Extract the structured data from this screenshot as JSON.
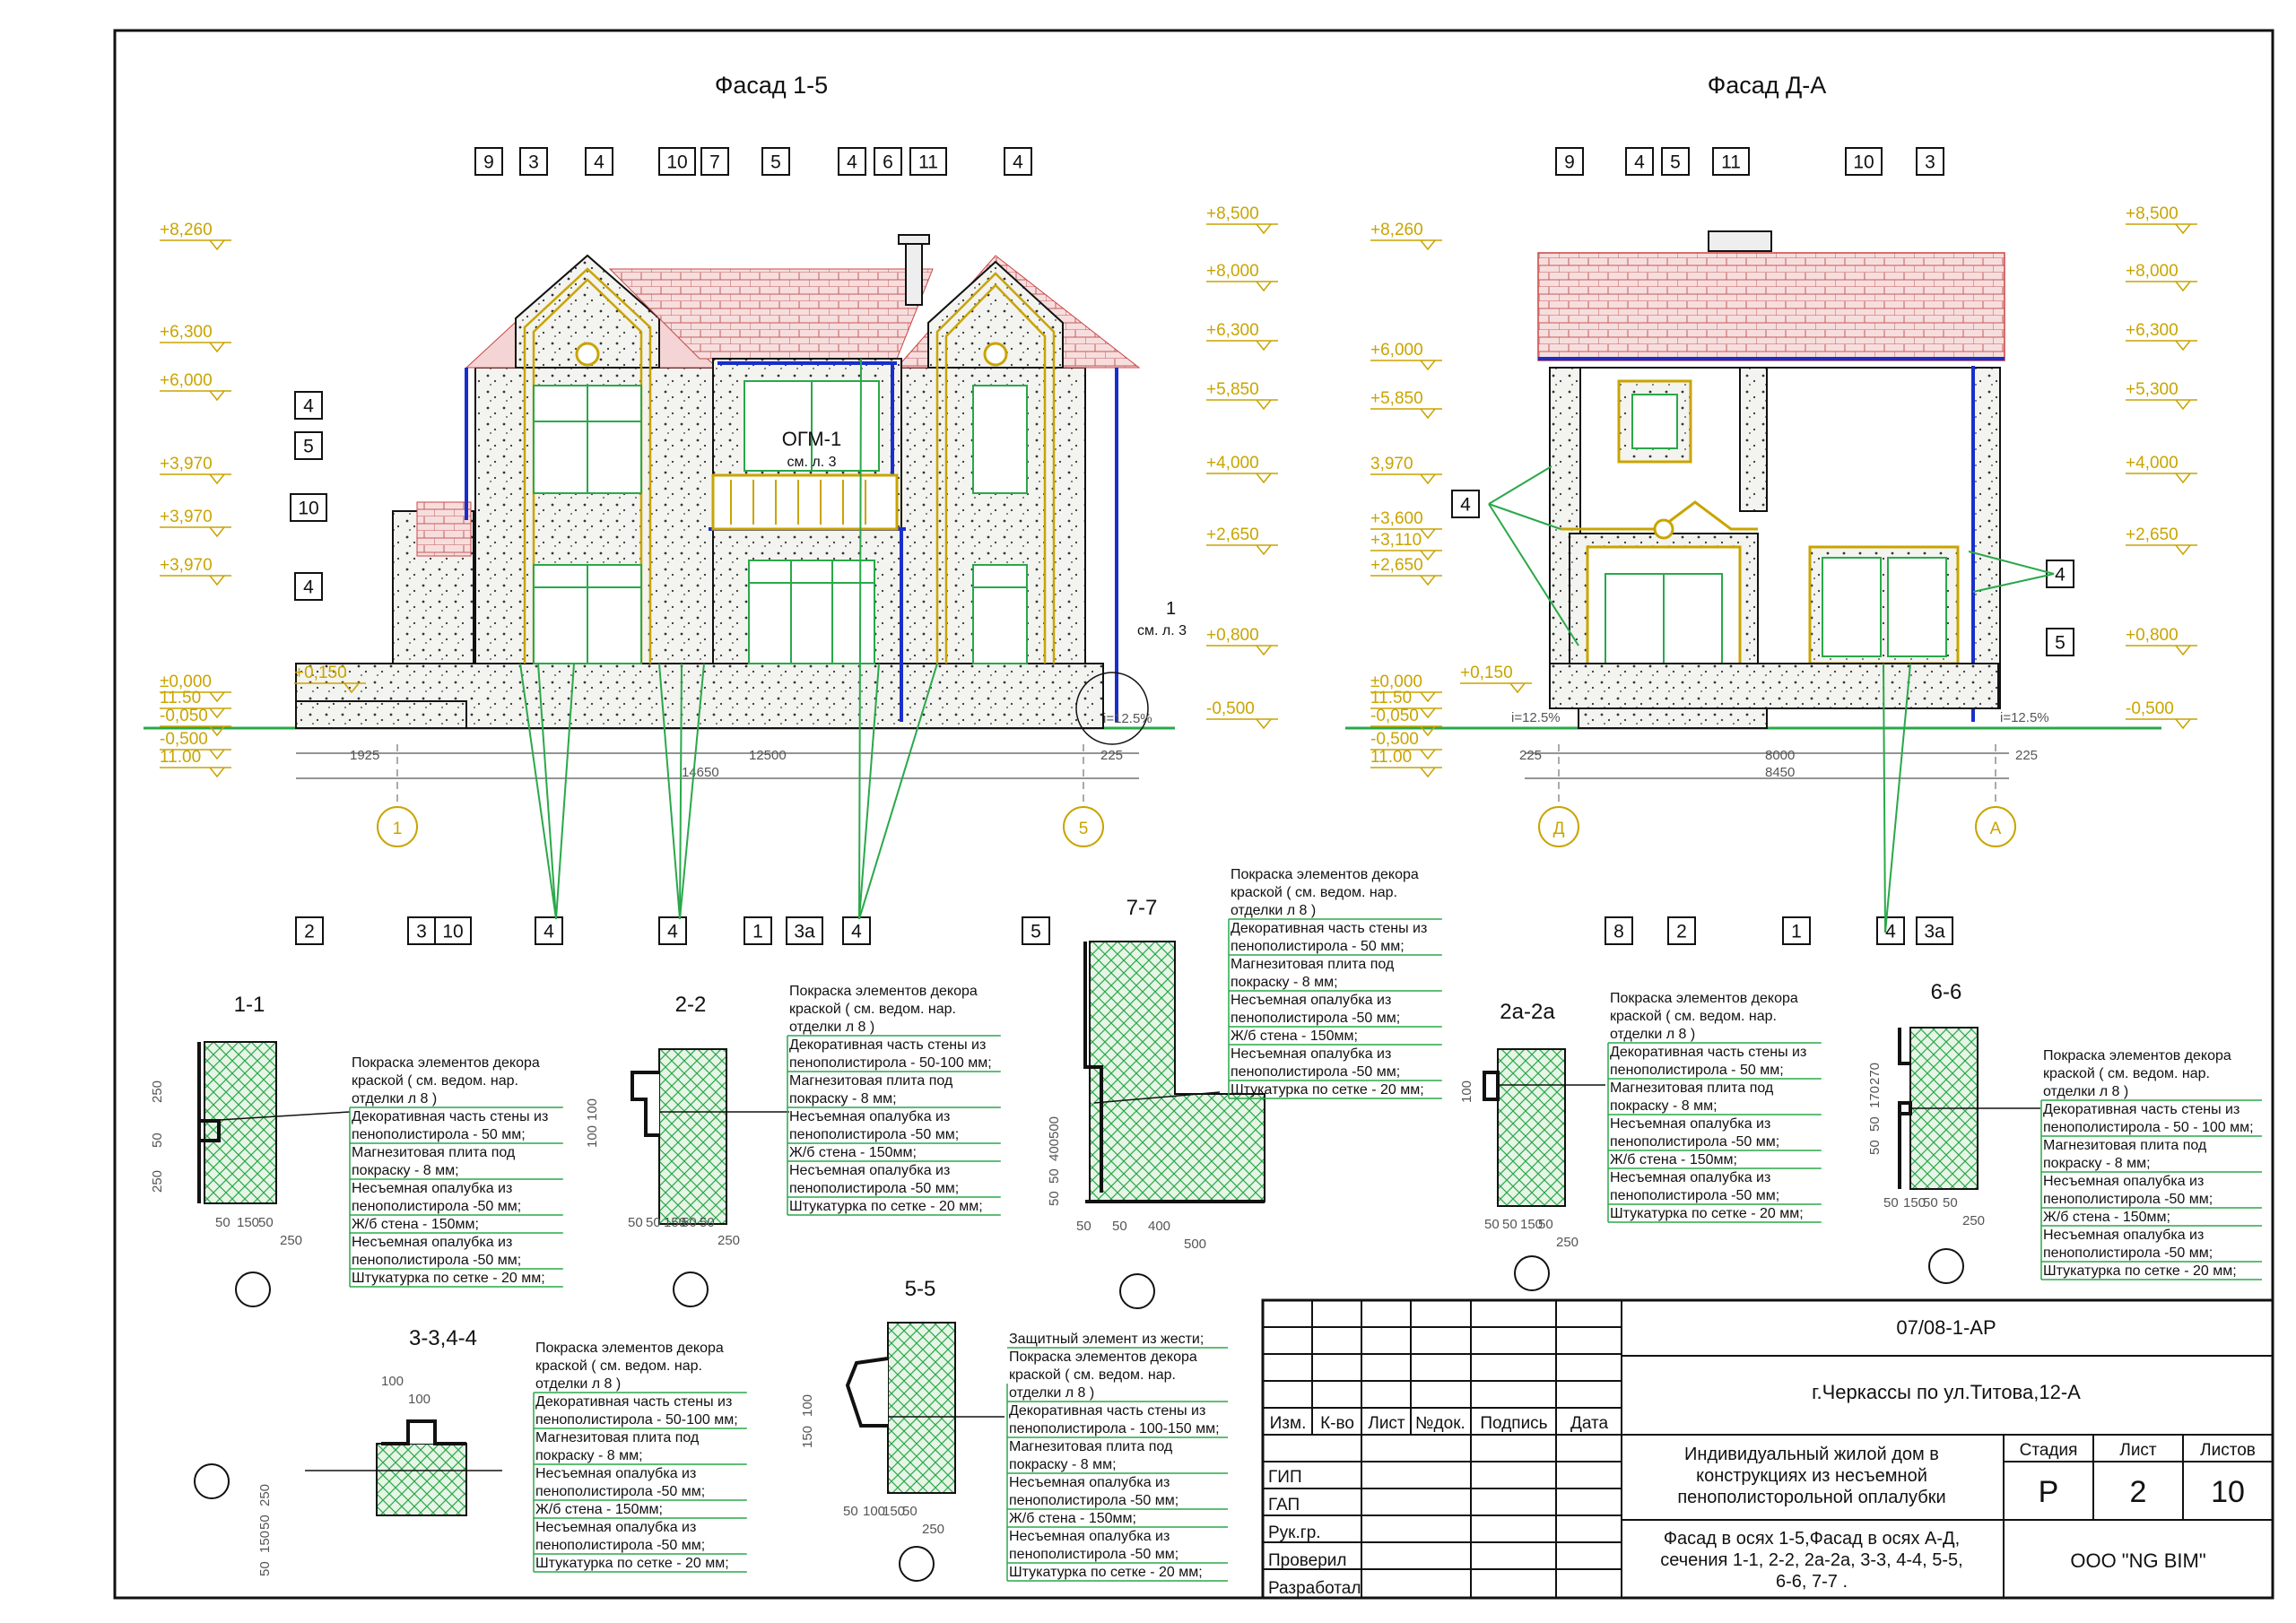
{
  "facades": {
    "left_title": "Фасад 1-5",
    "right_title": "Фасад Д-А",
    "left_tags_top": [
      "9",
      "3",
      "4",
      "10",
      "7",
      "5",
      "4",
      "6",
      "11",
      "4"
    ],
    "right_tags_top": [
      "9",
      "4",
      "5",
      "11",
      "10",
      "3"
    ],
    "left_tags_bottom": [
      "2",
      "3",
      "10",
      "4",
      "4",
      "1",
      "3а",
      "4",
      "5"
    ],
    "right_tags_bottom": [
      "8",
      "2",
      "1",
      "4",
      "3а"
    ],
    "left_side_tags": [
      "4",
      "5",
      "10",
      "4"
    ],
    "right_side_tags": [
      "4",
      "4",
      "5"
    ],
    "left_levels_l": [
      "+8,260",
      "+6,300",
      "+6,000",
      "+3,970",
      "+3,970",
      "+3,970",
      "+0,150",
      "±0,000",
      "11.50",
      "-0,050",
      "-0,500",
      "11.00"
    ],
    "left_levels_r": [
      "+8,500",
      "+8,000",
      "+6,300",
      "+5,850",
      "+4,000",
      "+2,650",
      "+0,800",
      "-0,500"
    ],
    "right_levels_l": [
      "+8,260",
      "+6,000",
      "+5,850",
      "3,970",
      "+3,600",
      "+3,110",
      "+2,650",
      "+0,150",
      "±0,000",
      "11.50",
      "-0,050",
      "-0,500",
      "11.00"
    ],
    "right_levels_r": [
      "+8,500",
      "+8,000",
      "+6,300",
      "+5,300",
      "+4,000",
      "+2,650",
      "+0,800",
      "-0,500"
    ],
    "left_dims": [
      "1925",
      "12500",
      "225",
      "14650"
    ],
    "right_dims": [
      "225",
      "8000",
      "225",
      "8450"
    ],
    "left_axes": [
      "1",
      "5"
    ],
    "right_axes": [
      "Д",
      "А"
    ],
    "ogm_label": "ОГМ-1",
    "ogm_ref": "см. л. 3",
    "node_ref_num": "1",
    "node_ref": "см. л. 3",
    "slope": "i=12.5%"
  },
  "sections": {
    "s11": {
      "title": "1-1",
      "dims_v": [
        "250",
        "50",
        "250"
      ],
      "dims_h": [
        "50",
        "150",
        "50",
        "250"
      ]
    },
    "s22": {
      "title": "2-2",
      "dims_v": [
        "100",
        "100"
      ],
      "dims_h": [
        "50",
        "50",
        "150",
        "50",
        "50",
        "250"
      ]
    },
    "s77": {
      "title": "7-7",
      "dims_v": [
        "500",
        "400",
        "50",
        "50"
      ],
      "dims_h": [
        "50",
        "50",
        "400",
        "500"
      ]
    },
    "s2a": {
      "title": "2а-2а",
      "dims_v": [
        "100"
      ],
      "dims_h": [
        "50",
        "50",
        "150",
        "50",
        "250"
      ]
    },
    "s66": {
      "title": "6-6",
      "dims_v": [
        "270",
        "170",
        "50",
        "50"
      ],
      "dims_h": [
        "50",
        "150",
        "50",
        "50",
        "250"
      ]
    },
    "s34": {
      "title": "3-3,4-4",
      "dims_v": [
        "250",
        "50",
        "150",
        "50"
      ],
      "dims_h": [
        "100",
        "100"
      ]
    },
    "s55": {
      "title": "5-5",
      "dims_v": [
        "100",
        "150"
      ],
      "dims_h": [
        "50",
        "100",
        "150",
        "50",
        "250"
      ]
    }
  },
  "legend_5050": [
    "Покраска элементов декора",
    "краской ( см. ведом. нар.",
    "отделки л 8 )",
    "Декоративная часть стены из",
    "пенополистирола - 50 мм;",
    "Магнезитовая плита под",
    "покраску - 8 мм;",
    "Несъемная опалубка из",
    "пенополистирола -50 мм;",
    "Ж/б стена - 150мм;",
    "Несъемная опалубка из",
    "пенополистирола -50 мм;",
    "Штукатурка по сетке  - 20 мм;"
  ],
  "legend_22": [
    "Покраска элементов декора",
    "краской ( см. ведом. нар.",
    "отделки л 8 )",
    "Декоративная часть стены из",
    "пенополистирола  - 50-100 мм;",
    "Магнезитовая плита под",
    "покраску - 8 мм;",
    "Несъемная опалубка из",
    "пенополистирола -50 мм;",
    "Ж/б стена - 150мм;",
    "Несъемная опалубка из",
    "пенополистирола -50 мм;",
    "Штукатурка по сетке  - 20 мм;"
  ],
  "legend_66": [
    "Покраска элементов декора",
    "краской ( см. ведом. нар.",
    "отделки л 8 )",
    "Декоративная часть стены из",
    "пенополистирола - 50 - 100 мм;",
    "Магнезитовая плита под",
    "покраску - 8 мм;",
    "Несъемная опалубка из",
    "пенополистирола -50 мм;",
    "Ж/б стена - 150мм;",
    "Несъемная опалубка из",
    "пенополистирола -50 мм;",
    "Штукатурка по сетке  - 20 мм;"
  ],
  "legend_34": [
    "Покраска элементов декора",
    "краской ( см. ведом. нар.",
    "отделки л 8 )",
    "Декоративная часть стены из",
    "пенополистирола  - 50-100 мм;",
    "Магнезитовая плита под",
    "покраску - 8 мм;",
    "Несъемная опалубка из",
    "пенополистирола -50 мм;",
    "Ж/б стена - 150мм;",
    "Несъемная опалубка из",
    "пенополистирола -50 мм;",
    "Штукатурка по сетке  - 20 мм;"
  ],
  "legend_55": [
    "Защитный элемент из жести;",
    "Покраска элементов декора",
    "краской ( см. ведом. нар.",
    "отделки л 8 )",
    "Декоративная часть стены из",
    "пенополистирола  - 100-150 мм;",
    "Магнезитовая плита под",
    "покраску - 8 мм;",
    "Несъемная опалубка из",
    "пенополистирола -50 мм;",
    "Ж/б стена - 150мм;",
    "Несъемная опалубка из",
    "пенополистирола -50 мм;",
    "Штукатурка по сетке  - 20 мм;"
  ],
  "title_block": {
    "code": "07/08-1-АР",
    "address": "г.Черкассы по ул.Титова,12-А",
    "col_heads": [
      "Изм.",
      "К-во",
      "Лист",
      "№док.",
      "Подпись",
      "Дата"
    ],
    "roles": [
      "ГИП",
      "ГАП",
      "Рук.гр.",
      "Проверил",
      "Разработал"
    ],
    "project": [
      "Индивидуальный жилой дом в",
      "конструкциях из несъемной",
      "пенополисторольной оплалубки"
    ],
    "sheet_title": [
      "Фасад в осях 1-5,Фасад в осях А-Д,",
      "сечения 1-1, 2-2, 2а-2а, 3-3, 4-4, 5-5,",
      "6-6, 7-7 ."
    ],
    "stage_label": "Стадия",
    "stage": "Р",
    "sheet_label": "Лист",
    "sheet": "2",
    "sheets_label": "Листов",
    "sheets": "10",
    "company": "ООО \"NG BIM\""
  }
}
